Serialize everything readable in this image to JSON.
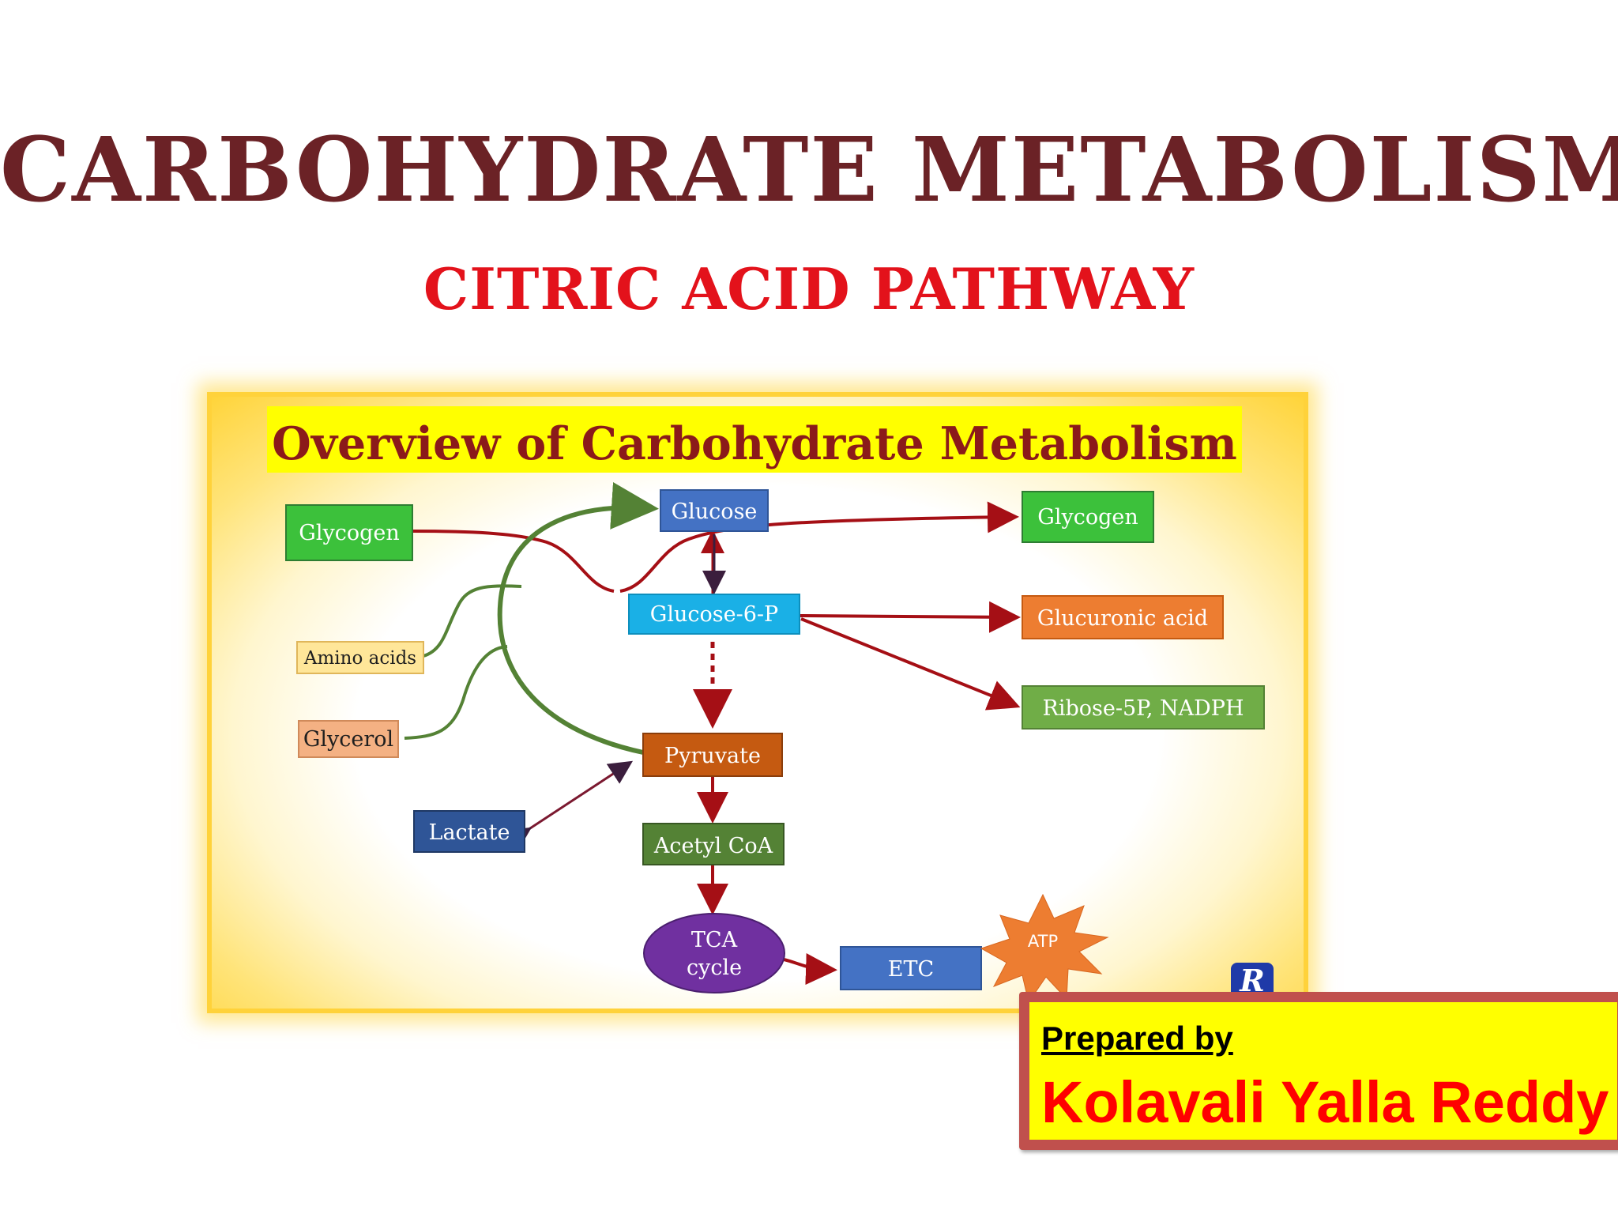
{
  "slide": {
    "title": "CARBOHYDRATE METABOLISM",
    "subtitle": "CITRIC ACID PATHWAY",
    "title_color": "#6b2226",
    "subtitle_color": "#e3121b"
  },
  "figure": {
    "heading": "Overview of Carbohydrate Metabolism",
    "heading_color": "#8b1a1a",
    "heading_highlight": "#ffff00",
    "logo_icon": "r-logo-icon",
    "nodes": {
      "glucose": {
        "label": "Glucose",
        "fill": "#4472c4"
      },
      "glycogen_left": {
        "label": "Glycogen",
        "fill": "#3cc13b"
      },
      "glycogen_right": {
        "label": "Glycogen",
        "fill": "#3cc13b"
      },
      "glucose_6_p": {
        "label": "Glucose-6-P",
        "fill": "#1ab0e6"
      },
      "glucuronic_acid": {
        "label": "Glucuronic acid",
        "fill": "#ed7d31"
      },
      "ribose_5p": {
        "label": "Ribose-5P, NADPH",
        "fill": "#70ad47"
      },
      "amino_acids": {
        "label": "Amino acids",
        "fill": "#ffe699"
      },
      "glycerol": {
        "label": "Glycerol",
        "fill": "#f4b183"
      },
      "pyruvate": {
        "label": "Pyruvate",
        "fill": "#c55a11"
      },
      "lactate": {
        "label": "Lactate",
        "fill": "#2f5597"
      },
      "acetyl_coa": {
        "label": "Acetyl CoA",
        "fill": "#548235"
      },
      "tca_cycle_line1": "TCA",
      "tca_cycle_line2": "cycle",
      "tca_fill": "#7030a0",
      "etc": {
        "label": "ETC",
        "fill": "#4472c4"
      },
      "atp": {
        "label": "ATP",
        "fill": "#ed7d31"
      }
    },
    "colors": {
      "red_arrow": "#a50f15",
      "green_arrow": "#548235",
      "dark_arrow": "#3b1e3d"
    }
  },
  "credit": {
    "label": "Prepared by ",
    "name": "Kolavali Yalla Reddy"
  }
}
